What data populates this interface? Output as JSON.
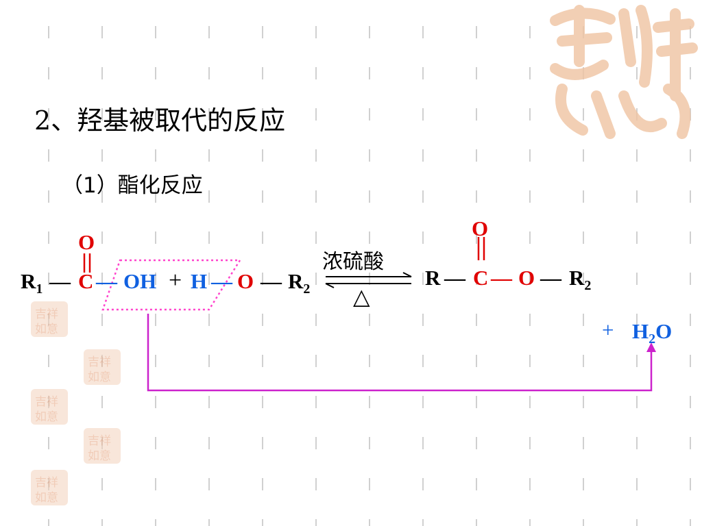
{
  "heading": "2、羟基被取代的反应",
  "subheading": "（1）酯化反应",
  "seal_text": [
    "吉祥",
    "如意"
  ],
  "reaction": {
    "reactant_left": {
      "r1": "R",
      "r1_sub": "1",
      "bond1": "—",
      "carbon": "C",
      "carbonyl_o": "O",
      "bond2": "—",
      "oh": "OH"
    },
    "plus": "+",
    "reactant_right": {
      "h": "H",
      "bond1": "—",
      "o": "O",
      "bond2": "—",
      "r2": "R",
      "r2_sub": "2"
    },
    "condition_top": "浓硫酸",
    "condition_bottom": "△",
    "product": {
      "r": "R",
      "bond1": "—",
      "carbon": "C",
      "carbonyl_o": "O",
      "bond2": "—",
      "o": "O",
      "bond3": "—",
      "r2": "R",
      "r2_sub": "2"
    },
    "byproduct": {
      "plus": "+",
      "h": "H",
      "h_sub": "2",
      "o": "O"
    }
  },
  "colors": {
    "red": "#e00000",
    "blue": "#1060e0",
    "magenta": "#cc22cc",
    "dotted": "#ff44cc",
    "seal": "#e6a47f"
  }
}
